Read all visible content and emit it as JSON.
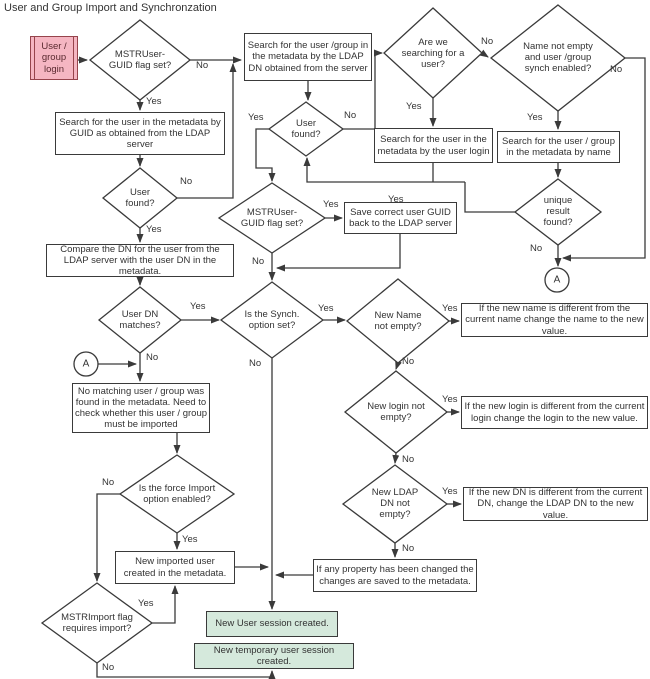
{
  "title": "User and Group Import and Synchronzation",
  "colors": {
    "line": "#3a3a3a",
    "text": "#333333",
    "node_fill": "#ffffff",
    "terminator_fill": "#f5b6c2",
    "terminator_border": "#96444c",
    "session_fill": "#d5e9dc"
  },
  "flowchart": {
    "nodes": {
      "user_group_login": {
        "type": "terminator",
        "label": "User / group login"
      },
      "guid_flag_1": {
        "type": "decision",
        "label": "MSTRUser-GUID flag set?"
      },
      "search_ldap_dn": {
        "type": "process",
        "label": "Search for the user /group in the metadata by the LDAP DN obtained from the server"
      },
      "are_we_searching": {
        "type": "decision",
        "label": "Are we searching for a user?"
      },
      "name_not_empty_synch": {
        "type": "decision",
        "label": "Name not empty and user /group synch enabled?"
      },
      "search_guid": {
        "type": "process",
        "label": "Search for the user in the metadata by GUID as obtained from the LDAP server"
      },
      "user_found_1": {
        "type": "decision",
        "label": "User found?"
      },
      "user_found_2": {
        "type": "decision",
        "label": "User found?"
      },
      "search_login": {
        "type": "process",
        "label": "Search for the user in the metadata by the user login"
      },
      "search_name": {
        "type": "process",
        "label": "Search for the user / group in the metadata by name"
      },
      "guid_flag_2": {
        "type": "decision",
        "label": "MSTRUser-GUID flag set?"
      },
      "save_guid": {
        "type": "process",
        "label": "Save correct user GUID back to the LDAP server"
      },
      "unique_result": {
        "type": "decision",
        "label": "unique result found?"
      },
      "connector_a_1": {
        "type": "connector",
        "label": "A"
      },
      "compare_dn": {
        "type": "process",
        "label": "Compare the DN for the user from the LDAP server with the user DN in the metadata."
      },
      "user_dn_matches": {
        "type": "decision",
        "label": "User DN matches?"
      },
      "connector_a_2": {
        "type": "connector",
        "label": "A"
      },
      "synch_option": {
        "type": "decision",
        "label": "Is the Synch. option set?"
      },
      "new_name_not_empty": {
        "type": "decision",
        "label": "New Name not empty?"
      },
      "change_name": {
        "type": "process",
        "label": "If the new name is different from the current name change the name to the new value."
      },
      "new_login_not_empty": {
        "type": "decision",
        "label": "New login not empty?"
      },
      "change_login": {
        "type": "process",
        "label": "If the new login is different from the current login change the login to the new value."
      },
      "new_ldap_dn_not_empty": {
        "type": "decision",
        "label": "New LDAP DN not empty?"
      },
      "change_ldap_dn": {
        "type": "process",
        "label": "If the new DN is different from the current DN, change the LDAP DN to the new value."
      },
      "no_matching_user": {
        "type": "process",
        "label": "No matching user / group was found in the metadata. Need to check whether this user / group must be imported"
      },
      "force_import": {
        "type": "decision",
        "label": "Is the force Import option enabled?"
      },
      "new_imported_user": {
        "type": "process",
        "label": "New imported user created in the metadata."
      },
      "mstr_import_flag": {
        "type": "decision",
        "label": "MSTRImport flag requires import?"
      },
      "save_changes": {
        "type": "process",
        "label": "If any property has been changed the changes are saved to the metadata."
      },
      "new_user_session": {
        "type": "session",
        "label": "New User session created."
      },
      "new_temp_user_session": {
        "type": "session",
        "label": "New temporary user session created."
      }
    },
    "edge_labels": [
      {
        "from": "guid_flag_1",
        "text": "Yes"
      },
      {
        "from": "guid_flag_1",
        "text": "No"
      },
      {
        "from": "user_found_1",
        "text": "No"
      },
      {
        "from": "user_found_1",
        "text": "Yes"
      },
      {
        "from": "user_found_2",
        "text": "Yes"
      },
      {
        "from": "user_found_2",
        "text": "No"
      },
      {
        "from": "are_we_searching",
        "text": "Yes"
      },
      {
        "from": "are_we_searching",
        "text": "No"
      },
      {
        "from": "name_not_empty_synch",
        "text": "Yes"
      },
      {
        "from": "name_not_empty_synch",
        "text": "No"
      },
      {
        "from": "guid_flag_2",
        "text": "Yes"
      },
      {
        "from": "guid_flag_2",
        "text": "No"
      },
      {
        "from": "unique_result",
        "text": "Yes"
      },
      {
        "from": "unique_result",
        "text": "No"
      },
      {
        "from": "user_dn_matches",
        "text": "Yes"
      },
      {
        "from": "user_dn_matches",
        "text": "No"
      },
      {
        "from": "synch_option",
        "text": "Yes"
      },
      {
        "from": "synch_option",
        "text": "No"
      },
      {
        "from": "new_name_not_empty",
        "text": "Yes"
      },
      {
        "from": "new_name_not_empty",
        "text": "No"
      },
      {
        "from": "new_login_not_empty",
        "text": "Yes"
      },
      {
        "from": "new_login_not_empty",
        "text": "No"
      },
      {
        "from": "new_ldap_dn_not_empty",
        "text": "Yes"
      },
      {
        "from": "new_ldap_dn_not_empty",
        "text": "No"
      },
      {
        "from": "force_import",
        "text": "No"
      },
      {
        "from": "force_import",
        "text": "Yes"
      },
      {
        "from": "mstr_import_flag",
        "text": "Yes"
      },
      {
        "from": "mstr_import_flag",
        "text": "No"
      }
    ],
    "edges": [
      {
        "from": "user_group_login",
        "to": "guid_flag_1",
        "label": ""
      },
      {
        "from": "guid_flag_1",
        "to": "search_guid",
        "label": "Yes"
      },
      {
        "from": "guid_flag_1",
        "to": "search_ldap_dn",
        "label": "No"
      },
      {
        "from": "search_guid",
        "to": "user_found_1",
        "label": ""
      },
      {
        "from": "user_found_1",
        "to": "compare_dn",
        "label": "Yes"
      },
      {
        "from": "user_found_1",
        "to": "search_ldap_dn",
        "label": "No"
      },
      {
        "from": "search_ldap_dn",
        "to": "user_found_2",
        "label": ""
      },
      {
        "from": "user_found_2",
        "to": "guid_flag_2",
        "label": "Yes"
      },
      {
        "from": "user_found_2",
        "to": "are_we_searching",
        "label": "No"
      },
      {
        "from": "are_we_searching",
        "to": "search_login",
        "label": "Yes"
      },
      {
        "from": "are_we_searching",
        "to": "name_not_empty_synch",
        "label": "No"
      },
      {
        "from": "search_login",
        "to": "user_found_2",
        "label": ""
      },
      {
        "from": "name_not_empty_synch",
        "to": "search_name",
        "label": "Yes"
      },
      {
        "from": "name_not_empty_synch",
        "to": "connector_a_1",
        "label": "No"
      },
      {
        "from": "search_name",
        "to": "unique_result",
        "label": ""
      },
      {
        "from": "unique_result",
        "to": "user_found_2",
        "label": "Yes"
      },
      {
        "from": "unique_result",
        "to": "connector_a_1",
        "label": "No"
      },
      {
        "from": "guid_flag_2",
        "to": "save_guid",
        "label": "Yes"
      },
      {
        "from": "guid_flag_2",
        "to": "synch_option",
        "label": "No"
      },
      {
        "from": "save_guid",
        "to": "synch_option",
        "label": ""
      },
      {
        "from": "compare_dn",
        "to": "user_dn_matches",
        "label": ""
      },
      {
        "from": "user_dn_matches",
        "to": "synch_option",
        "label": "Yes"
      },
      {
        "from": "user_dn_matches",
        "to": "no_matching_user",
        "label": "No"
      },
      {
        "from": "connector_a_2",
        "to": "no_matching_user",
        "label": ""
      },
      {
        "from": "synch_option",
        "to": "new_name_not_empty",
        "label": "Yes"
      },
      {
        "from": "synch_option",
        "to": "new_user_session",
        "label": "No"
      },
      {
        "from": "new_name_not_empty",
        "to": "change_name",
        "label": "Yes"
      },
      {
        "from": "new_name_not_empty",
        "to": "new_login_not_empty",
        "label": "No"
      },
      {
        "from": "new_login_not_empty",
        "to": "change_login",
        "label": "Yes"
      },
      {
        "from": "new_login_not_empty",
        "to": "new_ldap_dn_not_empty",
        "label": "No"
      },
      {
        "from": "new_ldap_dn_not_empty",
        "to": "change_ldap_dn",
        "label": "Yes"
      },
      {
        "from": "new_ldap_dn_not_empty",
        "to": "save_changes",
        "label": "No"
      },
      {
        "from": "save_changes",
        "to": "new_user_session",
        "label": ""
      },
      {
        "from": "no_matching_user",
        "to": "force_import",
        "label": ""
      },
      {
        "from": "force_import",
        "to": "new_imported_user",
        "label": "Yes"
      },
      {
        "from": "force_import",
        "to": "mstr_import_flag",
        "label": "No"
      },
      {
        "from": "mstr_import_flag",
        "to": "new_imported_user",
        "label": "Yes"
      },
      {
        "from": "mstr_import_flag",
        "to": "new_temp_user_session",
        "label": "No"
      },
      {
        "from": "new_imported_user",
        "to": "new_user_session",
        "label": ""
      }
    ]
  }
}
